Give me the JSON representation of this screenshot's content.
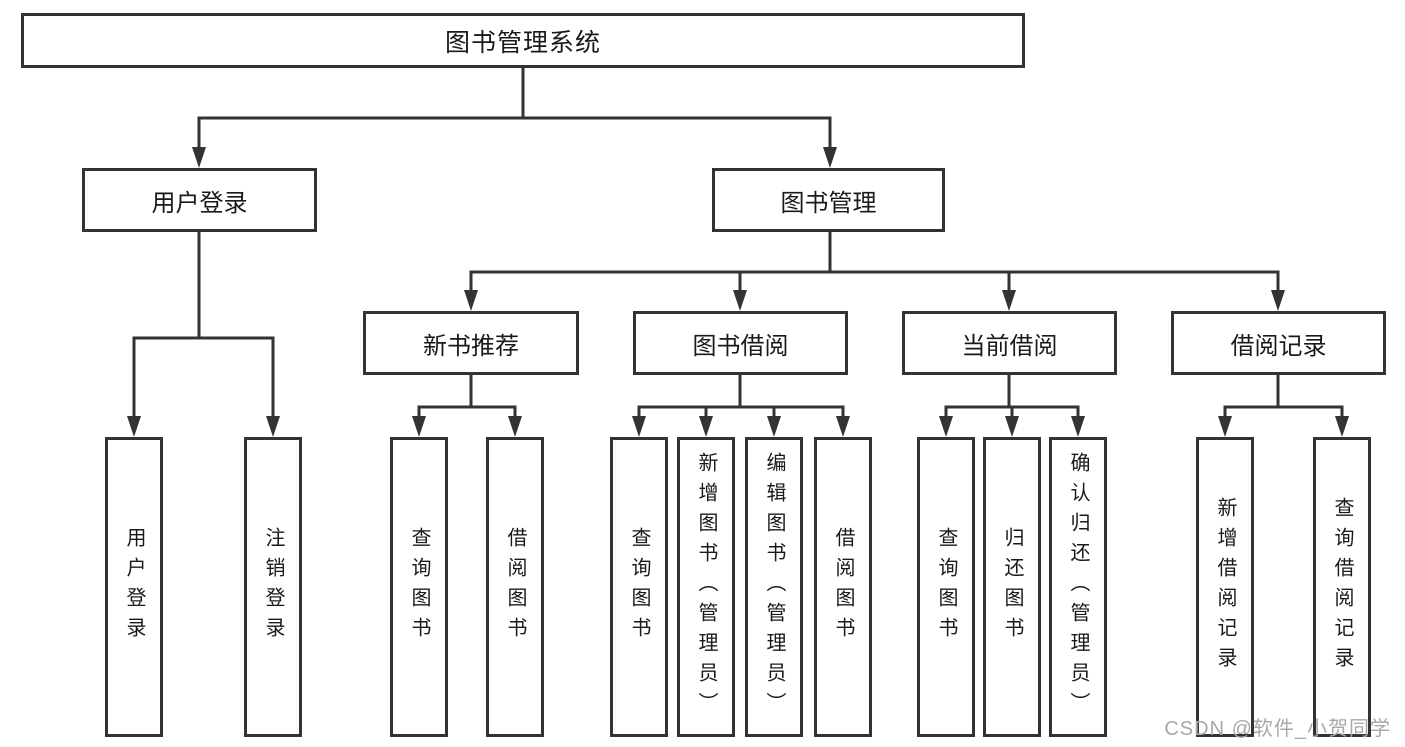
{
  "diagram": {
    "root": {
      "label": "图书管理系统",
      "children": [
        {
          "label": "用户登录",
          "children": [
            {
              "label": "用户登录"
            },
            {
              "label": "注销登录"
            }
          ]
        },
        {
          "label": "图书管理",
          "children": [
            {
              "label": "新书推荐",
              "children": [
                {
                  "label": "查询图书"
                },
                {
                  "label": "借阅图书"
                }
              ]
            },
            {
              "label": "图书借阅",
              "children": [
                {
                  "label": "查询图书"
                },
                {
                  "label": "新增图书（管理员）"
                },
                {
                  "label": "编辑图书（管理员）"
                },
                {
                  "label": "借阅图书"
                }
              ]
            },
            {
              "label": "当前借阅",
              "children": [
                {
                  "label": "查询图书"
                },
                {
                  "label": "归还图书"
                },
                {
                  "label": "确认归还（管理员）"
                }
              ]
            },
            {
              "label": "借阅记录",
              "children": [
                {
                  "label": "新增借阅记录"
                },
                {
                  "label": "查询借阅记录"
                }
              ]
            }
          ]
        }
      ]
    }
  },
  "watermark": "CSDN @软件_小贺同学",
  "colors": {
    "line": "#333333",
    "text": "#1a1a1a",
    "watermark": "#a8a8a8",
    "background": "#ffffff"
  }
}
